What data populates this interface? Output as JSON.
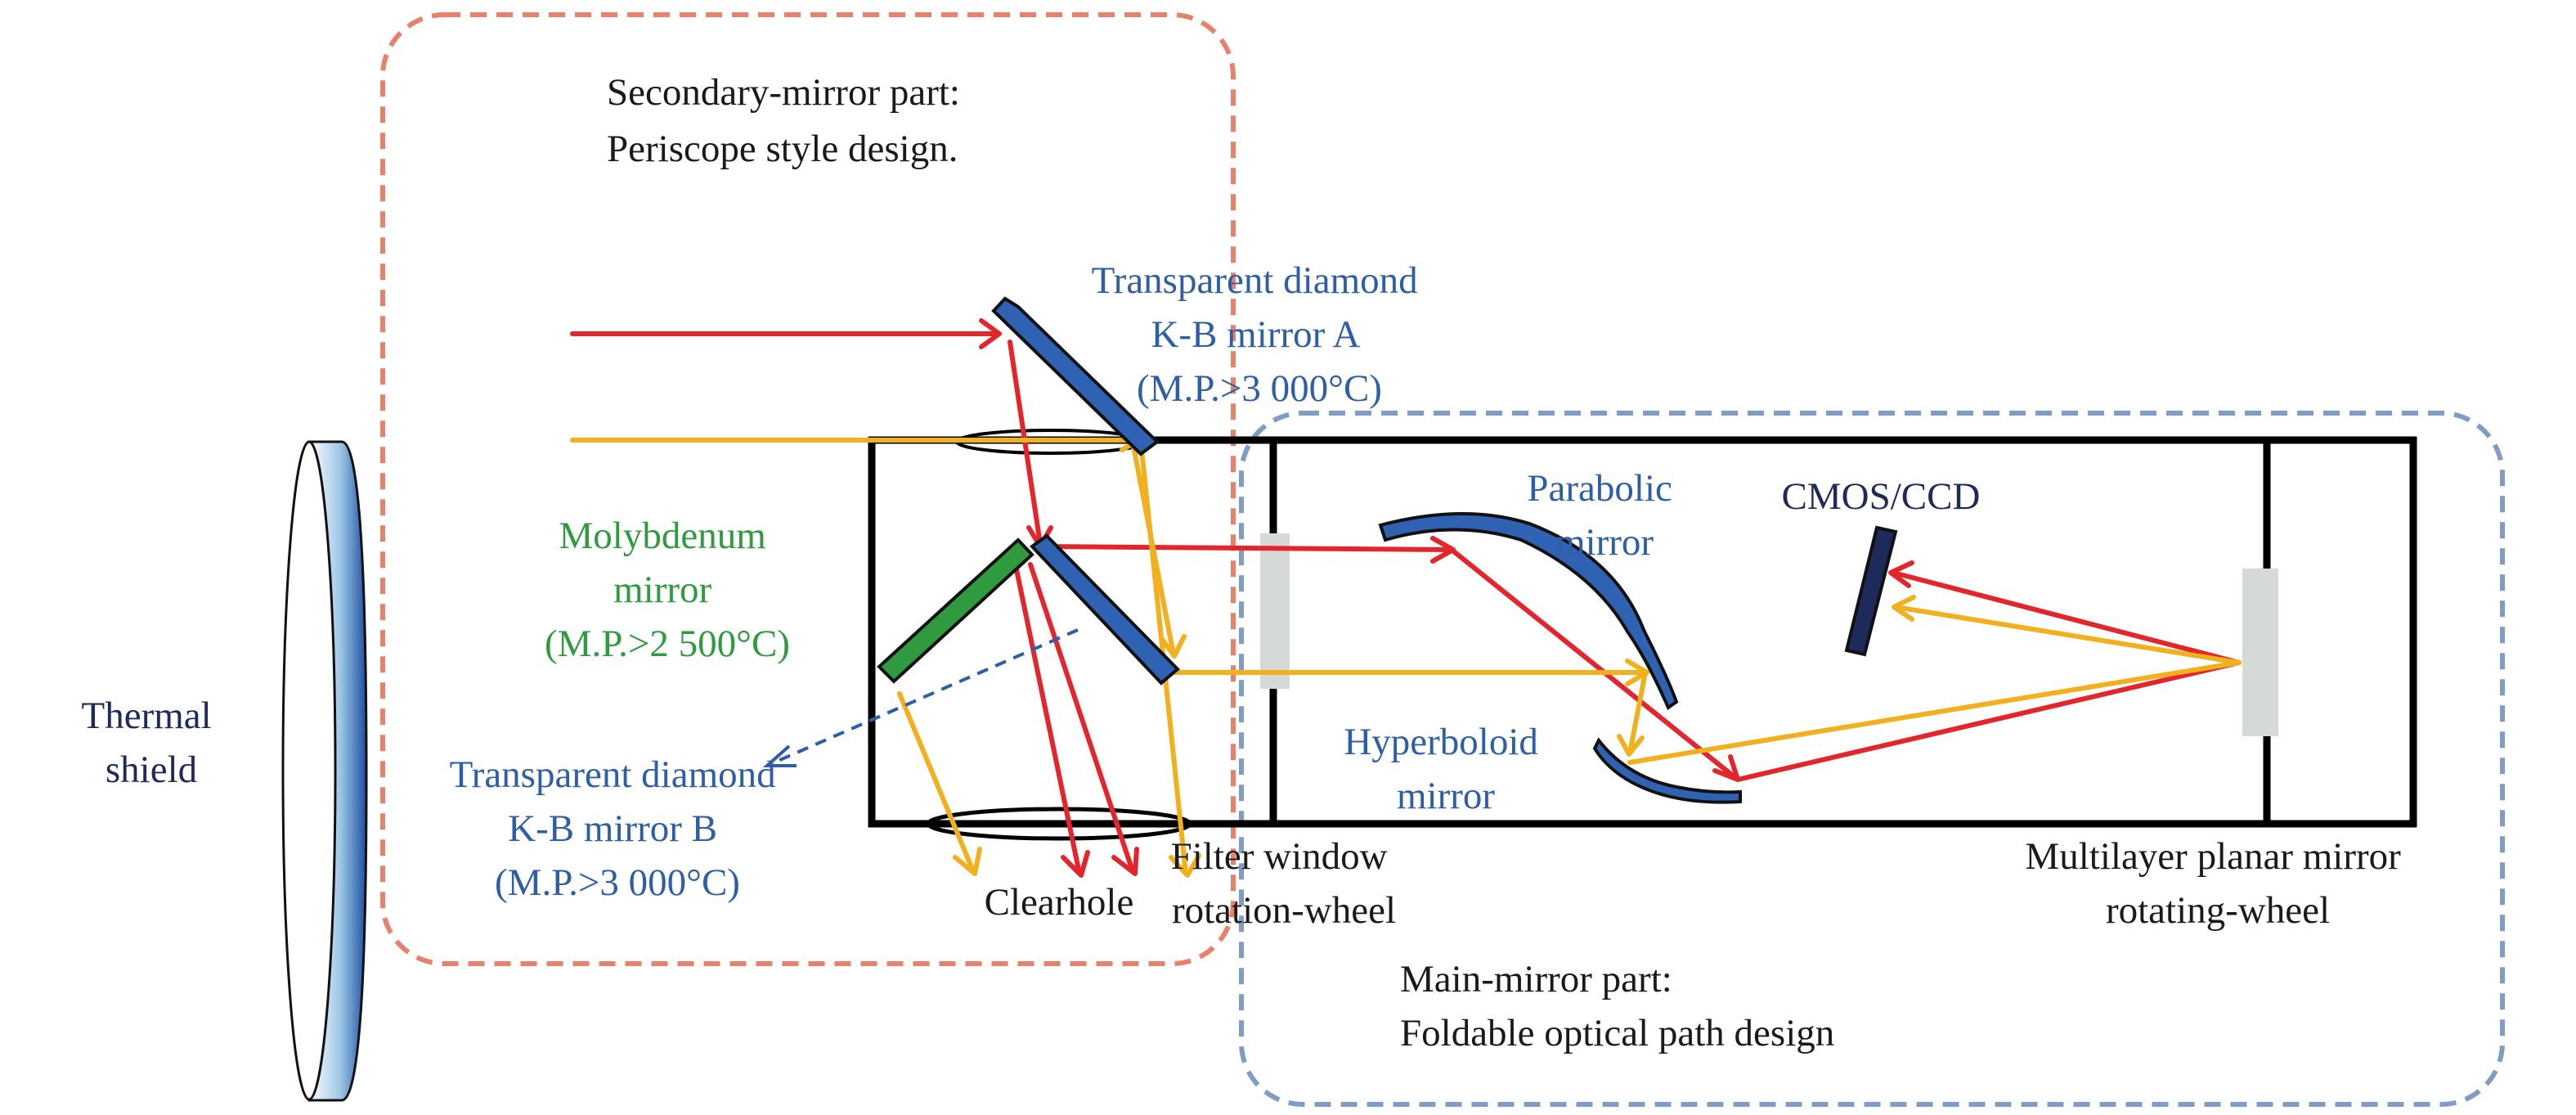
{
  "colors": {
    "red_ray": "#e3262b",
    "yellow_ray": "#f2b01e",
    "blue_mirror": "#2f62b3",
    "green_mirror": "#2f9a3e",
    "navy_detector": "#1e2a5a",
    "secondary_box": "#e8806a",
    "main_box": "#7f9cc4",
    "filter_gray": "#d6dad6",
    "thermal_shield_gradient": [
      "#1e4fa0",
      "#ffffff"
    ],
    "frame": "#000000"
  },
  "labels": {
    "secondary_part": [
      "Secondary-mirror part:",
      "Periscope style design."
    ],
    "kb_mirror_a": [
      "Transparent diamond",
      "K-B mirror A",
      "(M.P.>3 000°C)"
    ],
    "molybdenum": [
      "Molybdenum",
      "mirror",
      "(M.P.>2 500°C)"
    ],
    "thermal_shield": [
      "Thermal",
      "shield"
    ],
    "kb_mirror_b": [
      "Transparent diamond",
      "K-B mirror B",
      "(M.P.>3 000°C)"
    ],
    "clearhole": "Clearhole",
    "parabolic": [
      "Parabolic",
      "mirror"
    ],
    "cmos": "CMOS/CCD",
    "hyperboloid": [
      "Hyperboloid",
      "mirror"
    ],
    "filter_window": [
      "Filter window",
      "rotation-wheel"
    ],
    "multilayer": [
      "Multilayer planar mirror",
      "rotating-wheel"
    ],
    "main_part": [
      "Main-mirror part:",
      "Foldable optical path design"
    ]
  }
}
